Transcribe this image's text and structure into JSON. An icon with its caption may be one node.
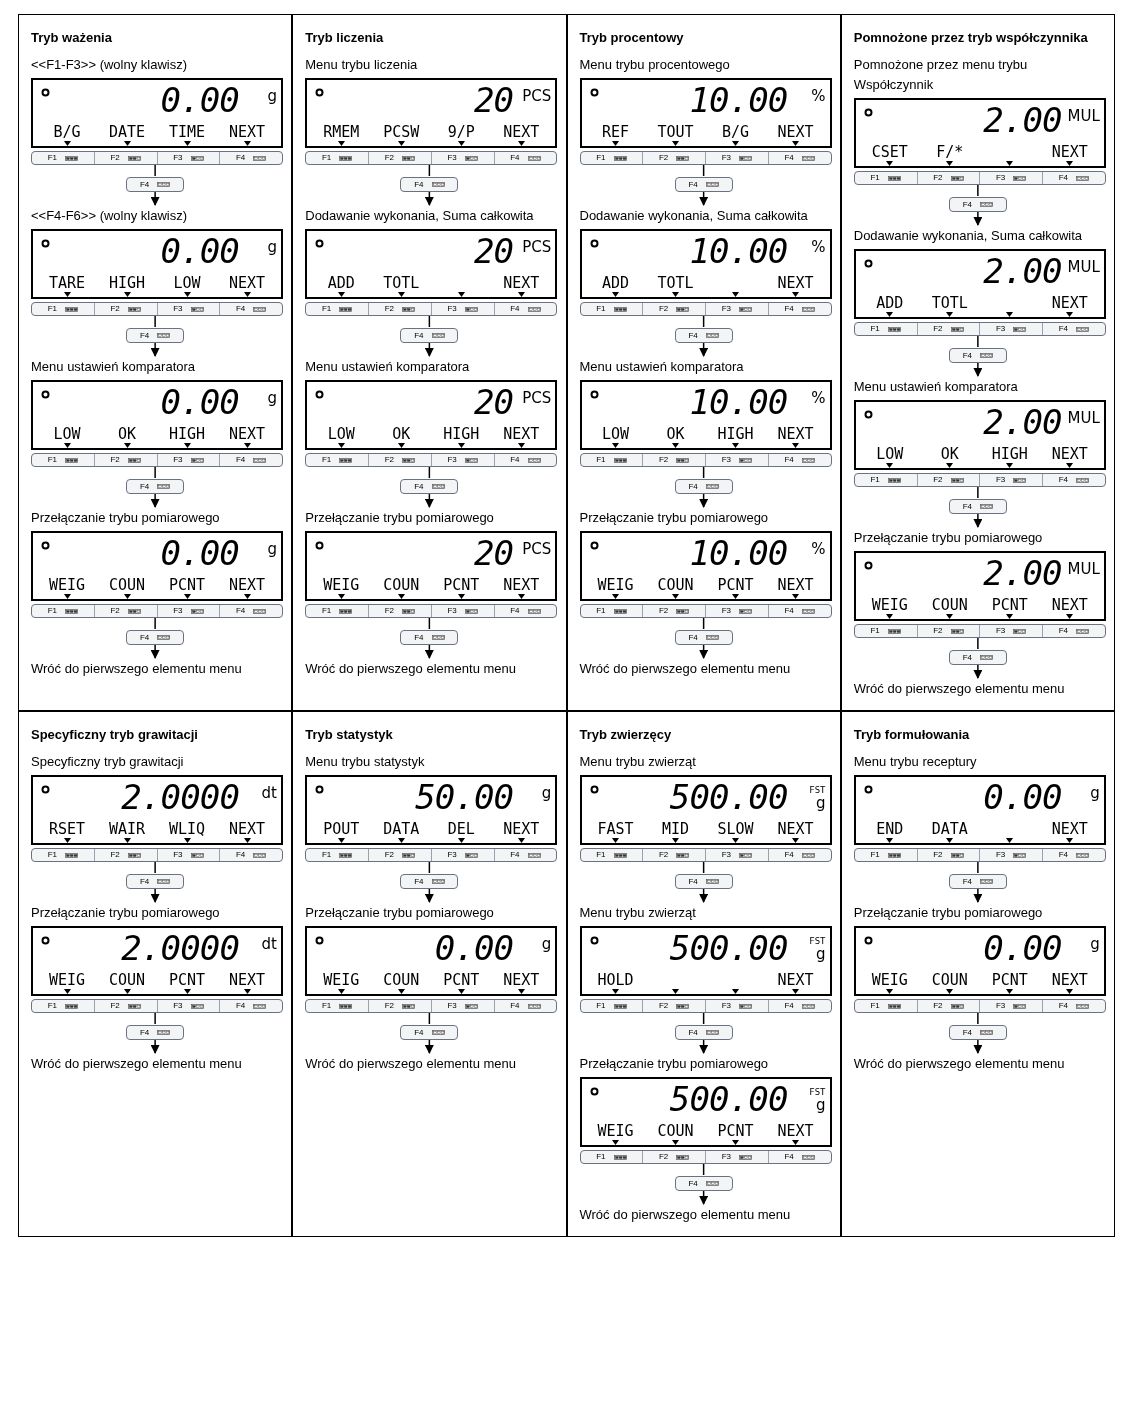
{
  "diagram": {
    "nodes": [
      {
        "text": [
          "Tryb ważenia"
        ]
      },
      {
        "text": [
          "<<F1-F3>> (wolny klawisz)"
        ],
        "in": 0
      },
      {
        "text": [
          "0.00",
          "g",
          "B/G DATE TIME NEXT"
        ],
        "in": 0
      },
      {
        "text": [
          "F1",
          "F2",
          "F3",
          "F4"
        ],
        "in": 0
      },
      {
        "text": [
          "F4"
        ],
        "in": 0
      },
      {
        "text": [
          "<<F4-F6>> (wolny klawisz)"
        ],
        "in": 0
      },
      {
        "text": [
          "0.00",
          "g",
          "TARE HIGH LOW NEXT"
        ],
        "in": 0
      },
      {
        "text": [
          "F1",
          "F2",
          "F3",
          "F4"
        ],
        "in": 0
      },
      {
        "text": [
          "F4"
        ],
        "in": 0
      },
      {
        "text": [
          "Menu ustawień komparatora"
        ],
        "in": 0
      },
      {
        "text": [
          "0.00",
          "g",
          "LOW OK HIGH NEXT"
        ],
        "in": 0
      },
      {
        "text": [
          "F1",
          "F2",
          "F3",
          "F4"
        ],
        "in": 0
      },
      {
        "text": [
          "F4"
        ],
        "in": 0
      },
      {
        "text": [
          "Przełączanie trybu pomiarowego"
        ],
        "in": 0
      },
      {
        "text": [
          "0.00",
          "g",
          "WEIG COUN PCNT NEXT"
        ],
        "in": 0
      },
      {
        "text": [
          "F1",
          "F2",
          "F3",
          "F4"
        ],
        "in": 0
      },
      {
        "text": [
          "F4"
        ],
        "in": 0
      },
      {
        "text": [
          "Wróć do pierwszego elementu menu"
        ],
        "in": 0
      },
      {
        "text": [
          "Tryb liczenia"
        ]
      },
      {
        "text": [
          "Menu trybu liczenia"
        ],
        "in": 18
      },
      {
        "text": [
          "20",
          "PCS",
          "RMEM PCSW 9/P NEXT"
        ],
        "in": 18
      },
      {
        "text": [
          "F1",
          "F2",
          "F3",
          "F4"
        ],
        "in": 18
      },
      {
        "text": [
          "F4"
        ],
        "in": 18
      },
      {
        "text": [
          "Dodawanie wykonania, Suma całkowita"
        ],
        "in": 18
      },
      {
        "text": [
          "20",
          "PCS",
          "ADD TOTL NEXT"
        ],
        "in": 18
      },
      {
        "text": [
          "F1",
          "F2",
          "F3",
          "F4"
        ],
        "in": 18
      },
      {
        "text": [
          "F4"
        ],
        "in": 18
      },
      {
        "text": [
          "Menu ustawień komparatora"
        ],
        "in": 18
      },
      {
        "text": [
          "20",
          "PCS",
          "LOW OK HIGH NEXT"
        ],
        "in": 18
      },
      {
        "text": [
          "F1",
          "F2",
          "F3",
          "F4"
        ],
        "in": 18
      },
      {
        "text": [
          "F4"
        ],
        "in": 18
      },
      {
        "text": [
          "Przełączanie trybu pomiarowego"
        ],
        "in": 18
      },
      {
        "text": [
          "20",
          "PCS",
          "WEIG COUN PCNT NEXT"
        ],
        "in": 18
      },
      {
        "text": [
          "F1",
          "F2",
          "F3",
          "F4"
        ],
        "in": 18
      },
      {
        "text": [
          "F4"
        ],
        "in": 18
      },
      {
        "text": [
          "Wróć do pierwszego elementu menu"
        ],
        "in": 18
      },
      {
        "text": [
          "Tryb procentowy"
        ]
      },
      {
        "text": [
          "Menu trybu procentowego"
        ],
        "in": 36
      },
      {
        "text": [
          "10.00",
          "%",
          "REF TOUT B/G NEXT"
        ],
        "in": 36
      },
      {
        "text": [
          "F1",
          "F2",
          "F3",
          "F4"
        ],
        "in": 36
      },
      {
        "text": [
          "F4"
        ],
        "in": 36
      },
      {
        "text": [
          "Dodawanie wykonania, Suma całkowita"
        ],
        "in": 36
      },
      {
        "text": [
          "10.00",
          "%",
          "ADD TOTL NEXT"
        ],
        "in": 36
      },
      {
        "text": [
          "F1",
          "F2",
          "F3",
          "F4"
        ],
        "in": 36
      },
      {
        "text": [
          "F4"
        ],
        "in": 36
      },
      {
        "text": [
          "Menu ustawień komparatora"
        ],
        "in": 36
      },
      {
        "text": [
          "10.00",
          "%",
          "LOW OK HIGH NEXT"
        ],
        "in": 36
      },
      {
        "text": [
          "F1",
          "F2",
          "F3",
          "F4"
        ],
        "in": 36
      },
      {
        "text": [
          "F4"
        ],
        "in": 36
      },
      {
        "text": [
          "Przełączanie trybu pomiarowego"
        ],
        "in": 36
      },
      {
        "text": [
          "10.00",
          "%",
          "WEIG COUN PCNT NEXT"
        ],
        "in": 36
      },
      {
        "text": [
          "F1",
          "F2",
          "F3",
          "F4"
        ],
        "in": 36
      },
      {
        "text": [
          "F4"
        ],
        "in": 36
      },
      {
        "text": [
          "Wróć do pierwszego elementu menu"
        ],
        "in": 36
      },
      {
        "text": [
          "Pomnożone przez tryb współczynnika"
        ]
      },
      {
        "text": [
          "Pomnożone przez menu trybu Współczynnik"
        ],
        "in": 54
      },
      {
        "text": [
          "2.00",
          "MUL",
          "CSET F/* NEXT"
        ],
        "in": 54
      },
      {
        "text": [
          "F1",
          "F2",
          "F3",
          "F4"
        ],
        "in": 54
      },
      {
        "text": [
          "F4"
        ],
        "in": 54
      },
      {
        "text": [
          "Dodawanie wykonania, Suma całkowita"
        ],
        "in": 54
      },
      {
        "text": [
          "2.00",
          "MUL",
          "ADD TOTL NEXT"
        ],
        "in": 54
      },
      {
        "text": [
          "F1",
          "F2",
          "F3",
          "F4"
        ],
        "in": 54
      },
      {
        "text": [
          "F4"
        ],
        "in": 54
      },
      {
        "text": [
          "Menu ustawień komparatora"
        ],
        "in": 54
      },
      {
        "text": [
          "2.00",
          "MUL",
          "LOW OK HIGH NEXT"
        ],
        "in": 54
      },
      {
        "text": [
          "F1",
          "F2",
          "F3",
          "F4"
        ],
        "in": 54
      },
      {
        "text": [
          "F4"
        ],
        "in": 54
      },
      {
        "text": [
          "Przełączanie trybu pomiarowego"
        ],
        "in": 54
      },
      {
        "text": [
          "2.00",
          "MUL",
          "WEIG COUN PCNT NEXT"
        ],
        "in": 54
      },
      {
        "text": [
          "F1",
          "F2",
          "F3",
          "F4"
        ],
        "in": 54
      },
      {
        "text": [
          "F4"
        ],
        "in": 54
      },
      {
        "text": [
          "Wróć do pierwszego elementu menu"
        ],
        "in": 54
      },
      {
        "text": [
          "Specyficzny tryb grawitacji"
        ]
      },
      {
        "text": [
          "Specyficzny tryb grawitacji"
        ],
        "in": 72
      },
      {
        "text": [
          "2.0000",
          "dt",
          "RSET WAIR WLIQ NEXT"
        ],
        "in": 72
      },
      {
        "text": [
          "F1",
          "F2",
          "F3",
          "F4"
        ],
        "in": 72
      },
      {
        "text": [
          "F4"
        ],
        "in": 72
      },
      {
        "text": [
          "Przełączanie trybu pomiarowego"
        ],
        "in": 72
      },
      {
        "text": [
          "2.0000",
          "dt",
          "WEIG COUN PCNT NEXT"
        ],
        "in": 72
      },
      {
        "text": [
          "F1",
          "F2",
          "F3",
          "F4"
        ],
        "in": 72
      },
      {
        "text": [
          "F4"
        ],
        "in": 72
      },
      {
        "text": [
          "Wróć do pierwszego elementu menu"
        ],
        "in": 72
      },
      {
        "text": [
          "Tryb statystyk"
        ]
      },
      {
        "text": [
          "Menu trybu statystyk"
        ],
        "in": 82
      },
      {
        "text": [
          "50.00",
          "g",
          "POUT DATA DEL NEXT"
        ],
        "in": 82
      },
      {
        "text": [
          "F1",
          "F2",
          "F3",
          "F4"
        ],
        "in": 82
      },
      {
        "text": [
          "F4"
        ],
        "in": 82
      },
      {
        "text": [
          "Przełączanie trybu pomiarowego"
        ],
        "in": 82
      },
      {
        "text": [
          "0.00",
          "g",
          "WEIG COUN PCNT NEXT"
        ],
        "in": 82
      },
      {
        "text": [
          "F1",
          "F2",
          "F3",
          "F4"
        ],
        "in": 82
      },
      {
        "text": [
          "F4"
        ],
        "in": 82
      },
      {
        "text": [
          "Wróć do pierwszego elementu menu"
        ],
        "in": 82
      },
      {
        "text": [
          "Tryb zwierzęcy"
        ]
      },
      {
        "text": [
          "Menu trybu zwierząt"
        ],
        "in": 92
      },
      {
        "text": [
          "500.00",
          "FST",
          "g",
          "FAST MID SLOW NEXT"
        ],
        "in": 92
      },
      {
        "text": [
          "F1",
          "F2",
          "F3",
          "F4"
        ],
        "in": 92
      },
      {
        "text": [
          "F4"
        ],
        "in": 92
      },
      {
        "text": [
          "Menu trybu zwierząt"
        ],
        "in": 92
      },
      {
        "text": [
          "500.00",
          "FST",
          "g",
          "HOLD NEXT"
        ],
        "in": 92
      },
      {
        "text": [
          "F1",
          "F2",
          "F3",
          "F4"
        ],
        "in": 92
      },
      {
        "text": [
          "F4"
        ],
        "in": 92
      },
      {
        "text": [
          "Przełączanie trybu pomiarowego"
        ],
        "in": 92
      },
      {
        "text": [
          "500.00",
          "FST",
          "g",
          "WEIG COUN PCNT NEXT"
        ],
        "in": 92
      },
      {
        "text": [
          "F1",
          "F2",
          "F3",
          "F4"
        ],
        "in": 92
      },
      {
        "text": [
          "F4"
        ],
        "in": 92
      },
      {
        "text": [
          "Wróć do pierwszego elementu menu"
        ],
        "in": 92
      },
      {
        "text": [
          "Tryb formułowania"
        ]
      },
      {
        "text": [
          "Menu trybu receptury"
        ],
        "in": 106
      },
      {
        "text": [
          "0.00",
          "g",
          "END DATA NEXT"
        ],
        "in": 106
      },
      {
        "text": [
          "F1",
          "F2",
          "F3",
          "F4"
        ],
        "in": 106
      },
      {
        "text": [
          "F4"
        ],
        "in": 106
      },
      {
        "text": [
          "Przełączanie trybu pomiarowego"
        ],
        "in": 106
      },
      {
        "text": [
          "0.00",
          "g",
          "WEIG COUN PCNT NEXT"
        ],
        "in": 106
      },
      {
        "text": [
          "F1",
          "F2",
          "F3",
          "F4"
        ],
        "in": 106
      },
      {
        "text": [
          "F4"
        ],
        "in": 106
      },
      {
        "text": [
          "Wróć do pierwszego elementu menu"
        ],
        "in": 106
      }
    ],
    "edges": [
      {
        "from": 3,
        "to": 4,
        "arrow": "none"
      },
      {
        "from": 4,
        "to": 5,
        "arrow": "to"
      },
      {
        "from": 7,
        "to": 8,
        "arrow": "none"
      },
      {
        "from": 8,
        "to": 9,
        "arrow": "to"
      },
      {
        "from": 11,
        "to": 12,
        "arrow": "none"
      },
      {
        "from": 12,
        "to": 13,
        "arrow": "to"
      },
      {
        "from": 15,
        "to": 16,
        "arrow": "none"
      },
      {
        "from": 16,
        "to": 17,
        "arrow": "to"
      },
      {
        "from": 21,
        "to": 22,
        "arrow": "none"
      },
      {
        "from": 22,
        "to": 23,
        "arrow": "to"
      },
      {
        "from": 25,
        "to": 26,
        "arrow": "none"
      },
      {
        "from": 26,
        "to": 27,
        "arrow": "to"
      },
      {
        "from": 29,
        "to": 30,
        "arrow": "none"
      },
      {
        "from": 30,
        "to": 31,
        "arrow": "to"
      },
      {
        "from": 33,
        "to": 34,
        "arrow": "none"
      },
      {
        "from": 34,
        "to": 35,
        "arrow": "to"
      },
      {
        "from": 39,
        "to": 40,
        "arrow": "none"
      },
      {
        "from": 40,
        "to": 41,
        "arrow": "to"
      },
      {
        "from": 43,
        "to": 44,
        "arrow": "none"
      },
      {
        "from": 44,
        "to": 45,
        "arrow": "to"
      },
      {
        "from": 47,
        "to": 48,
        "arrow": "none"
      },
      {
        "from": 48,
        "to": 49,
        "arrow": "to"
      },
      {
        "from": 51,
        "to": 52,
        "arrow": "none"
      },
      {
        "from": 52,
        "to": 53,
        "arrow": "to"
      },
      {
        "from": 57,
        "to": 58,
        "arrow": "none"
      },
      {
        "from": 58,
        "to": 59,
        "arrow": "to"
      },
      {
        "from": 61,
        "to": 62,
        "arrow": "none"
      },
      {
        "from": 62,
        "to": 63,
        "arrow": "to"
      },
      {
        "from": 65,
        "to": 66,
        "arrow": "none"
      },
      {
        "from": 66,
        "to": 67,
        "arrow": "to"
      },
      {
        "from": 69,
        "to": 70,
        "arrow": "none"
      },
      {
        "from": 70,
        "to": 71,
        "arrow": "to"
      },
      {
        "from": 75,
        "to": 76,
        "arrow": "none"
      },
      {
        "from": 76,
        "to": 77,
        "arrow": "to"
      },
      {
        "from": 79,
        "to": 80,
        "arrow": "none"
      },
      {
        "from": 80,
        "to": 81,
        "arrow": "to"
      },
      {
        "from": 85,
        "to": 86,
        "arrow": "none"
      },
      {
        "from": 86,
        "to": 87,
        "arrow": "to"
      },
      {
        "from": 89,
        "to": 90,
        "arrow": "none"
      },
      {
        "from": 90,
        "to": 91,
        "arrow": "to"
      },
      {
        "from": 95,
        "to": 96,
        "arrow": "none"
      },
      {
        "from": 96,
        "to": 97,
        "arrow": "to"
      },
      {
        "from": 99,
        "to": 100,
        "arrow": "none"
      },
      {
        "from": 100,
        "to": 101,
        "arrow": "to"
      },
      {
        "from": 103,
        "to": 104,
        "arrow": "none"
      },
      {
        "from": 104,
        "to": 105,
        "arrow": "to"
      },
      {
        "from": 109,
        "to": 110,
        "arrow": "none"
      },
      {
        "from": 110,
        "to": 111,
        "arrow": "to"
      },
      {
        "from": 113,
        "to": 114,
        "arrow": "none"
      },
      {
        "from": 114,
        "to": 115,
        "arrow": "to"
      }
    ]
  }
}
